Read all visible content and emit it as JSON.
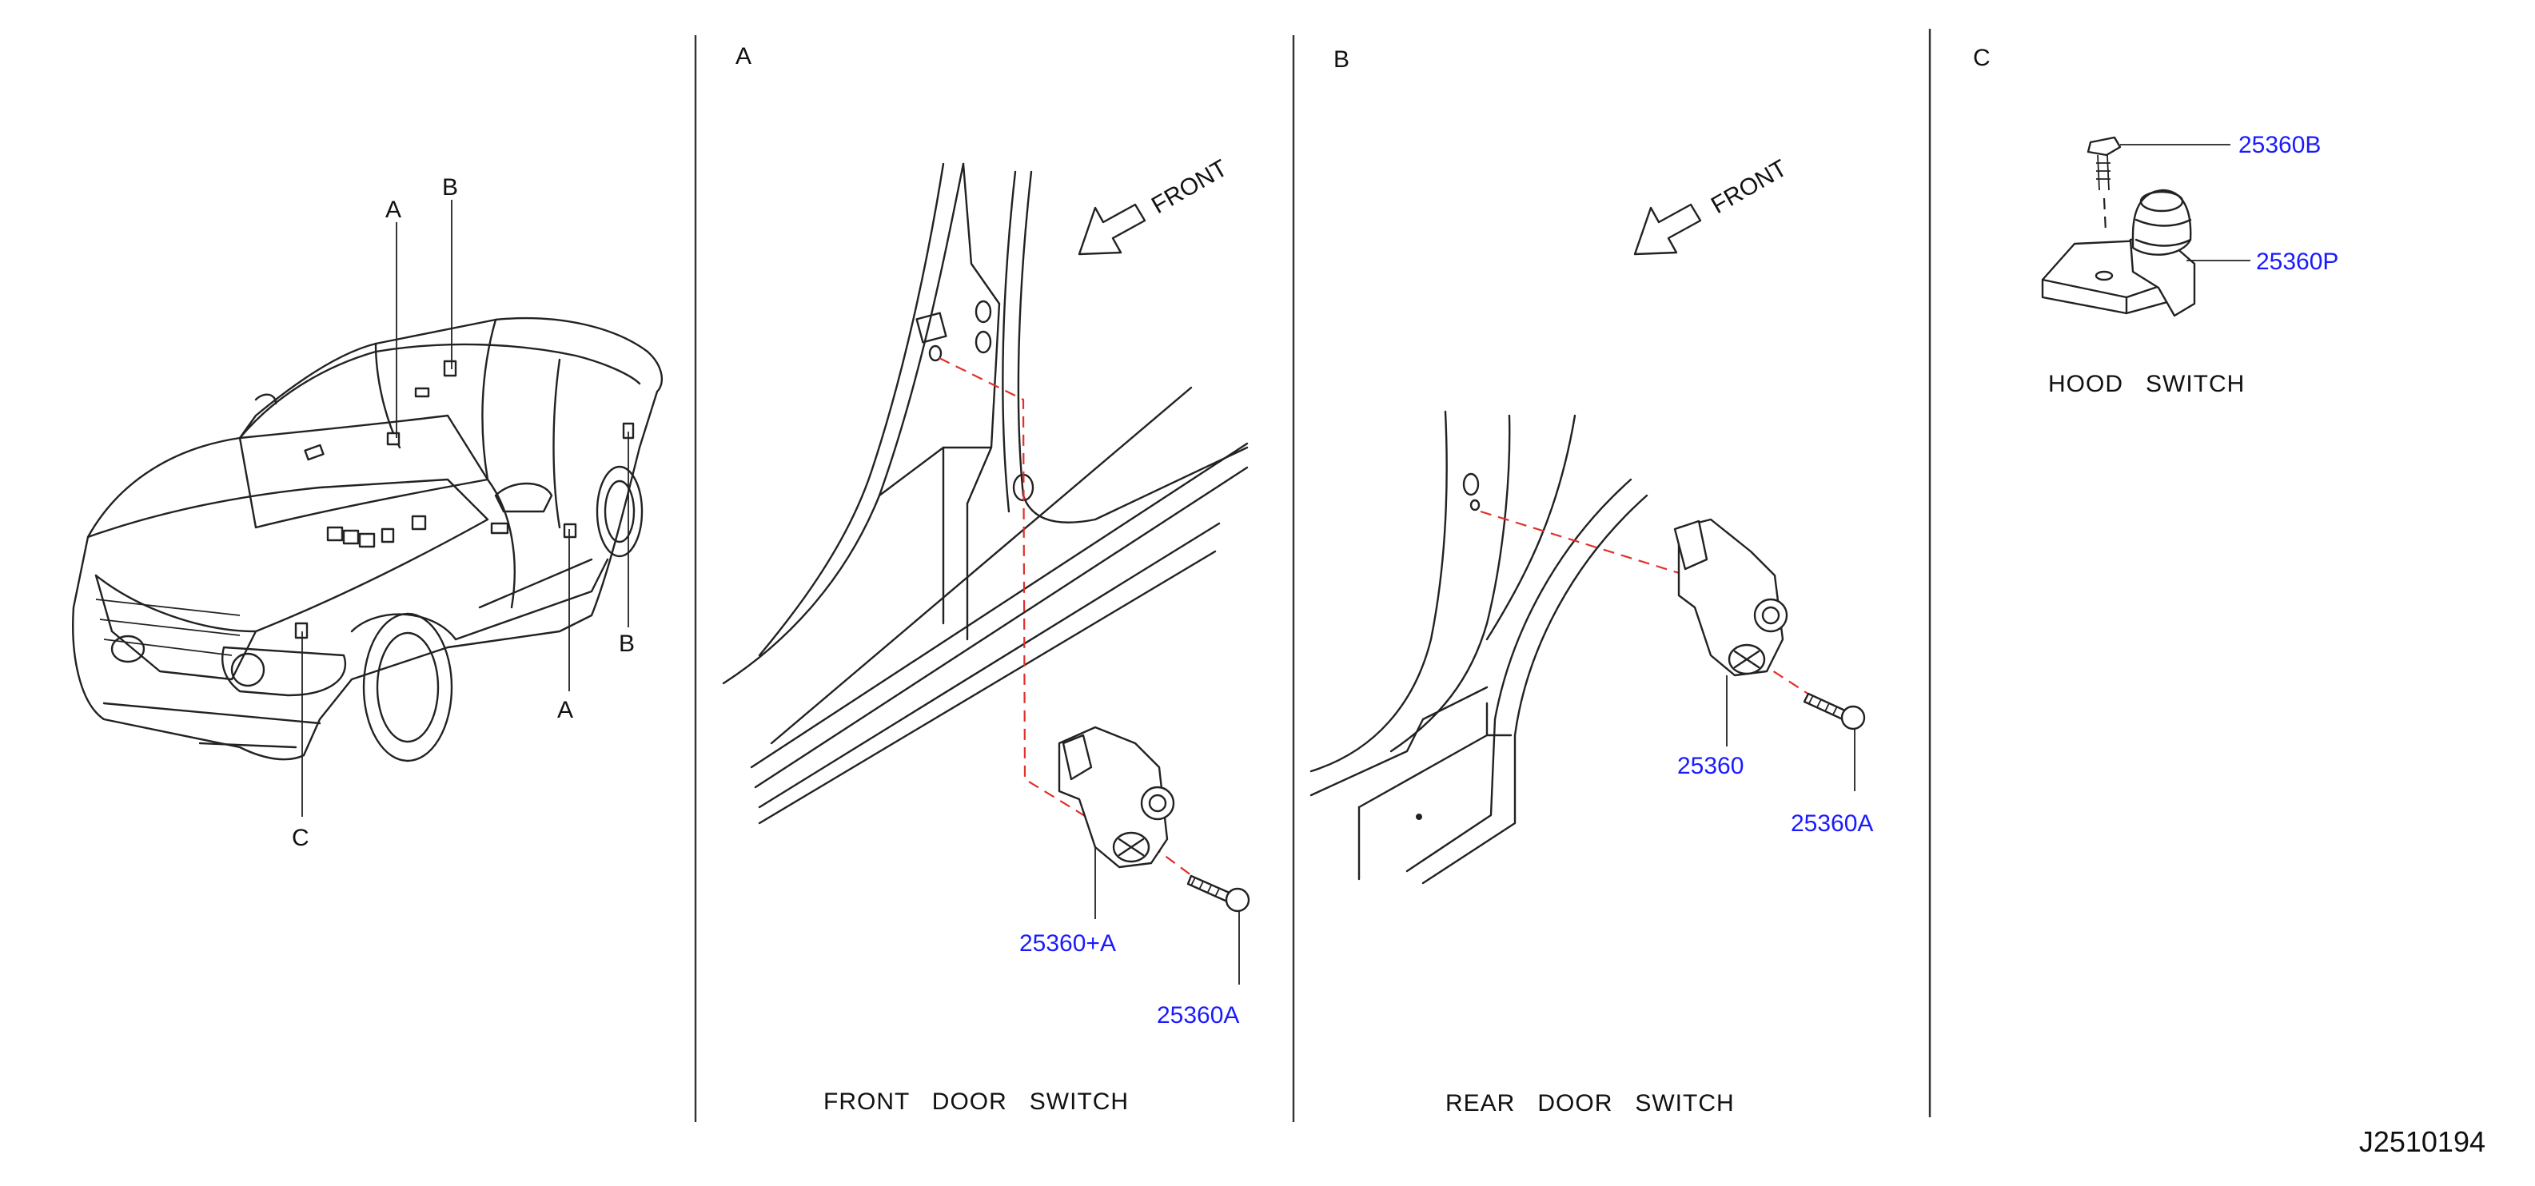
{
  "panels": {
    "car": {
      "callouts": {
        "a_top": "A",
        "b_top": "B",
        "b_right": "B",
        "a_bottom": "A",
        "c_bottom": "C"
      }
    },
    "a": {
      "letter": "A",
      "front_label": "FRONT",
      "part_switch": "25360+A",
      "part_screw": "25360A",
      "caption": "FRONT   DOOR   SWITCH"
    },
    "b": {
      "letter": "B",
      "front_label": "FRONT",
      "part_switch": "25360",
      "part_screw": "25360A",
      "caption": "REAR   DOOR   SWITCH"
    },
    "c": {
      "letter": "C",
      "part_bolt": "25360B",
      "part_switch": "25360P",
      "caption": "HOOD   SWITCH"
    }
  },
  "drawing_code": "J2510194",
  "colors": {
    "part_number": "#1a1aff",
    "line": "#222222",
    "leader_dashed": "#e0302a"
  }
}
